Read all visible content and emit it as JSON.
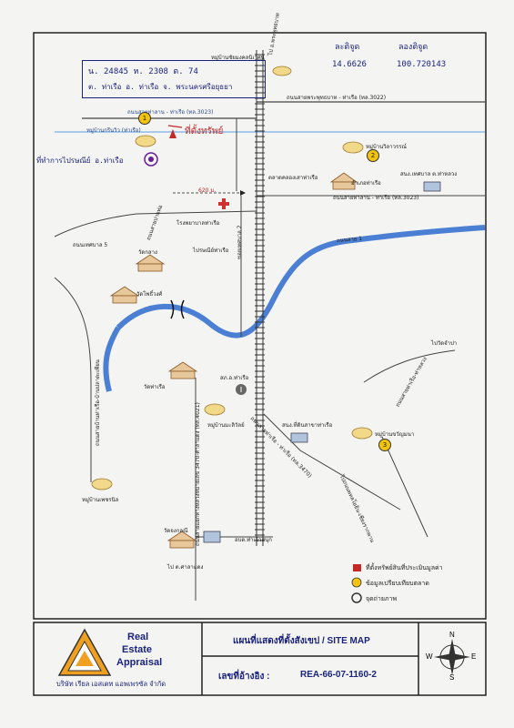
{
  "coords": {
    "lat_label": "ละติจูด",
    "lon_label": "ลองติจูด",
    "lat": "14.6626",
    "lon": "100.720143"
  },
  "deed_note": {
    "line1": "น. 24845  ห. 2308  ต. 74",
    "line2": "ต. ท่าเรือ  อ. ท่าเรือ  จ. พระนครศรีอยุธยา"
  },
  "subject_label": "ที่ตั้งทรัพย์",
  "roads": {
    "top_road": "ถนนสายท่าลาน - ท่าเรือ (ทล.3023)",
    "north_road": "ถนนสายพระพุทธบาท - ท่าเรือ (ทล.3022)",
    "to_phraphutthabat": "ไป อ.พระพุทธบาท",
    "lower_right_road": "ถนนสายท่าลาน - ท่าเรือ (ทล.3023)",
    "mid_road": "ถนนสาย 1",
    "vertical_road": "ซอยเทศบาล 2",
    "left_road": "ถนนเทศบาล 5",
    "left_vertical": "ถนนสายบ้านท่าเรือ-บ้านปลาตะเพียน",
    "river_road": "ถนนสายปากท่อ",
    "rail_road": "ถนนสายท่าเรือ - ท่าเรือ (ทล.3470)",
    "south_vertical": "ถนนสายแยกทางหลวงหมายเลข 3470-ศาลาแดง (ทล.4021)",
    "to_saladaeng": "ไป ต.ศาลาแดง",
    "right_diag": "ถนนสายท่าเรือ-ท่าหลวง",
    "to_watchampa": "ไปวัดจำปา",
    "right_lower_diag": "ไปถนนพหลโยธิน-เชียงรากพาน"
  },
  "places": [
    {
      "name": "หมู่บ้านชัยมงคลนิเวศน์"
    },
    {
      "name": "หมู่บ้านกรีนวิว (ท่าเรือ)"
    },
    {
      "name": "ตลาดคลองเสาท่าเรือ"
    },
    {
      "name": "หมู่บ้านวิลาวรรณ์"
    },
    {
      "name": "อำเภอท่าเรือ"
    },
    {
      "name": "สนง.เทศบาล ต.ท่าหลวง"
    },
    {
      "name": "โรงพยาบาลท่าเรือ"
    },
    {
      "name": "ไปรษณีย์ท่าเรือ"
    },
    {
      "name": "วัดกลาง"
    },
    {
      "name": "วัดโพธิ์วงศ์"
    },
    {
      "name": "วัดท่าเรือ"
    },
    {
      "name": "สภ.อ.ท่าเรือ"
    },
    {
      "name": "หมู่บ้านมะลิวัลย์"
    },
    {
      "name": "สนง.ที่ดินสาขาท่าเรือ"
    },
    {
      "name": "หมู่บ้านขวัญมนา"
    },
    {
      "name": "หมู่บ้านเพชรนิล"
    },
    {
      "name": "วัดจงกลณี"
    },
    {
      "name": "อบต.ท่าเจ้าสนุก"
    },
    {
      "name": "ที่ทำการไปรษณีย์ อ.ท่าเรือ"
    }
  ],
  "distance": "620 ม.",
  "markers": [
    "1",
    "2",
    "3"
  ],
  "legend": [
    {
      "label": "ที่ตั้งทรัพย์สินที่ประเมินมูลค่า"
    },
    {
      "label": "ข้อมูลเปรียบเทียบตลาด"
    },
    {
      "label": "จุดถ่ายภาพ"
    }
  ],
  "footer": {
    "logo_line1": "Real",
    "logo_line2": "Estate",
    "logo_line3": "Appraisal",
    "company": "บริษัท เรียล เอสเตท แอพเพรซัล จำกัด",
    "title": "แผนที่แสดงที่ตั้งสังเขป / SITE MAP",
    "ref_label": "เลขที่อ้างอิง :",
    "ref": "REA-66-07-1160-2",
    "compass": {
      "n": "N",
      "s": "S",
      "e": "E",
      "w": "W"
    }
  },
  "colors": {
    "river": "#4a7fd4",
    "highlight": "#c62828",
    "marker": "#f2c40f",
    "logo": "#f0a020"
  }
}
